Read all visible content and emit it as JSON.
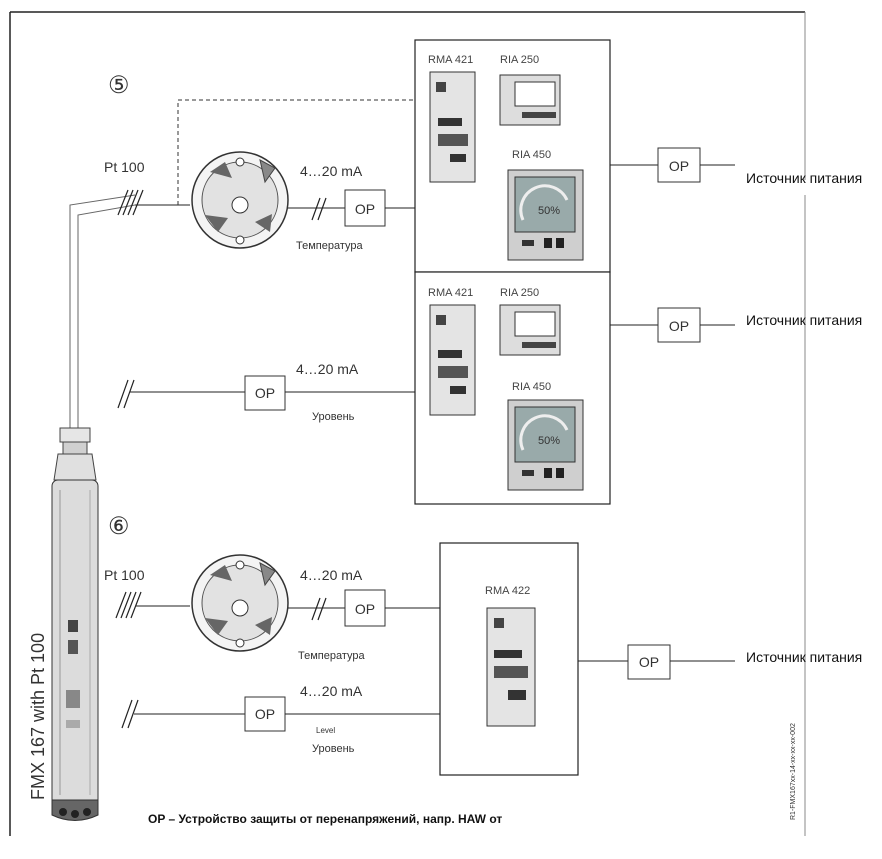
{
  "labels": {
    "section5": "⑤",
    "section6": "⑥",
    "pt100_a": "Pt 100",
    "pt100_b": "Pt 100",
    "ma_a": "4…20 mA",
    "ma_b": "4…20 mA",
    "ma_c": "4…20 mA",
    "ma_d": "4…20 mA",
    "op": "OP",
    "temperature": "Температура",
    "level_ru": "Уровень",
    "level_en": "Level",
    "rma421": "RMA 421",
    "ria250": "RIA 250",
    "ria450": "RIA 450",
    "rma422": "RMA 422",
    "power": "Источник питания",
    "probe": "FMX 167 with Pt 100",
    "footer": "OP – Устройство защиты от перенапряжений, напр. HAW от",
    "sidecode": "R1-FMX167xx-14-xx-xx-xx-002",
    "display_value": "50%"
  }
}
